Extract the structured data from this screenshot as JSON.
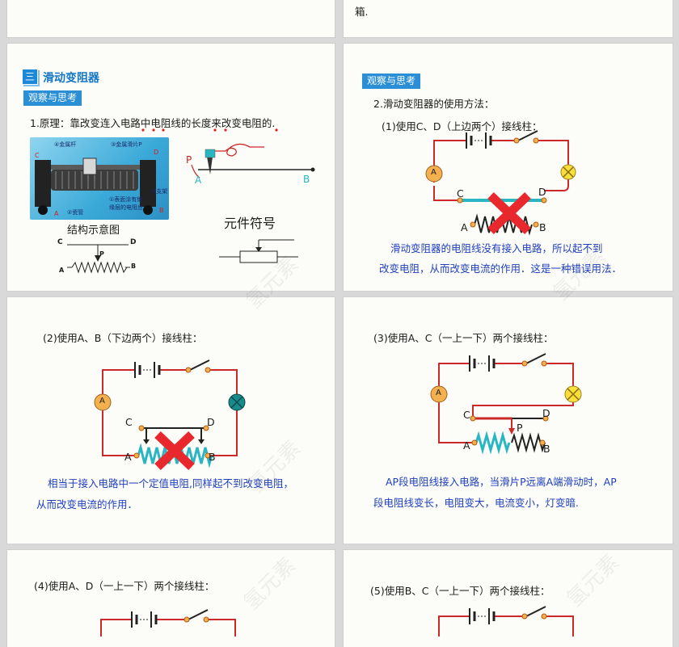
{
  "top_right_tail": "箱.",
  "slide1": {
    "section_number": "三",
    "section_title": "滑动变阻器",
    "tag": "观察与思考",
    "principle": "1.原理：靠改变连入电路中电阻线的长度来改变电阻的.",
    "photo_labels": [
      "④金属杆",
      "③金属滑片P",
      "D",
      "C",
      "⑤支架",
      "①表面涂有绝",
      "缘层的电阻丝",
      "②瓷管",
      "B",
      "A"
    ],
    "diagram_labels": {
      "P": "P",
      "A": "A",
      "B": "B",
      "C": "C",
      "D": "D"
    },
    "structure_caption": "结构示意图",
    "symbol_caption": "元件符号"
  },
  "slide2": {
    "tag": "观察与思考",
    "method_title": "2.滑动变阻器的使用方法：",
    "case": "(1)使用C、D（上边两个）接线柱：",
    "labels": {
      "ammeter": "A",
      "C": "C",
      "D": "D",
      "A": "A",
      "B": "B"
    },
    "explanation_line1": "滑动变阻器的电阻线没有接入电路，所以起不到",
    "explanation_line2": "改变电阻，从而改变电流的作用．这是一种错误用法．"
  },
  "slide3": {
    "case": "(2)使用A、B（下边两个）接线柱：",
    "labels": {
      "ammeter": "A",
      "C": "C",
      "D": "D",
      "A": "A",
      "B": "B"
    },
    "explanation_line1": "相当于接入电路中一个定值电阻,同样起不到改变电阻，",
    "explanation_line2": "从而改变电流的作用．"
  },
  "slide4": {
    "case": "(3)使用A、C（一上一下）两个接线柱：",
    "labels": {
      "ammeter": "A",
      "C": "C",
      "D": "D",
      "P": "P",
      "A": "A",
      "B": "B"
    },
    "explanation_line1": "AP段电阻线接入电路，当滑片P远离A端滑动时，AP",
    "explanation_line2": "段电阻线变长，电阻变大，电流变小，灯变暗."
  },
  "slide5": {
    "case": "(4)使用A、D（一上一下）两个接线柱："
  },
  "slide6": {
    "case": "(5)使用B、C（一上一下）两个接线柱："
  },
  "watermark": "氢元素",
  "colors": {
    "wire": "#cc2a2a",
    "coil": "#28b7c2",
    "cross": "#e8282d",
    "ammeter": "#f3b04e",
    "lamp": "#f7e03a",
    "tag": "#2a8fd6",
    "explain_text": "#1f3fbf"
  }
}
